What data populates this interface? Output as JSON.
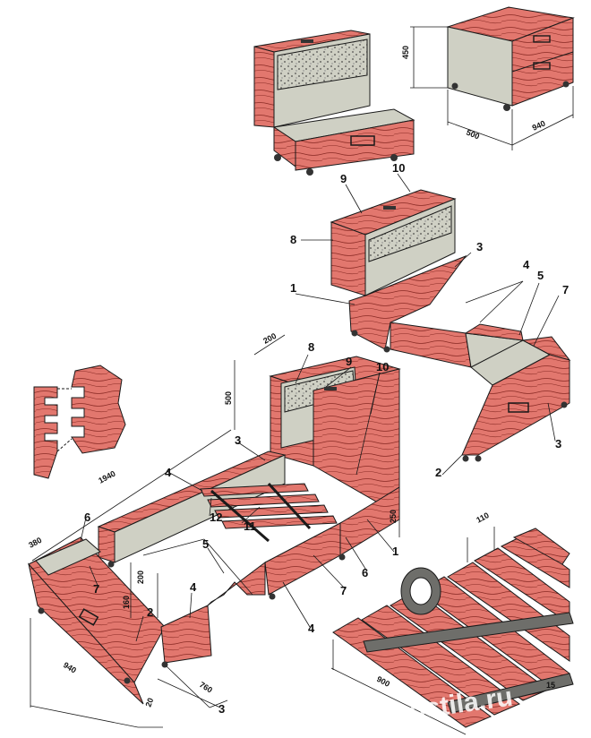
{
  "colors": {
    "wood": "#e2776e",
    "wood_dark": "#b94c44",
    "grain": "#8a2a24",
    "grey": "#cfd0c4",
    "speckle": "#9a9a94",
    "line": "#1a1a1a"
  },
  "labels": {
    "l1": "1",
    "l2": "2",
    "l3": "3",
    "l4": "4",
    "l5": "5",
    "l6": "6",
    "l7": "7",
    "l8": "8",
    "l9": "9",
    "l10": "10",
    "l11": "11",
    "l12": "12"
  },
  "dims": {
    "d450": "450",
    "d500": "500",
    "d940": "940",
    "d200": "200",
    "d1940": "1940",
    "d380": "380",
    "d160": "160",
    "d250": "250",
    "d760": "760",
    "d20": "20",
    "d110": "110",
    "d900": "900",
    "d15": "15"
  },
  "watermark": "postila.ru"
}
